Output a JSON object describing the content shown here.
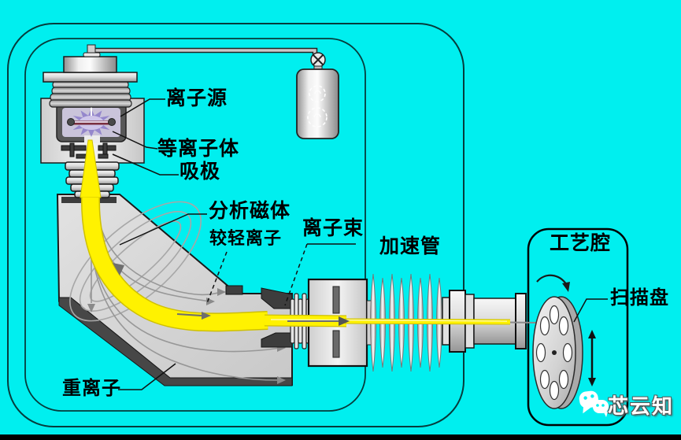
{
  "labels": {
    "ion_source": "离子源",
    "plasma": "等离子体",
    "extraction": "吸极",
    "magnet": "分析磁体",
    "light_ions": "较轻离子",
    "ion_beam": "离子束",
    "accel_tube": "加速管",
    "chamber": "工艺腔",
    "scan_disk": "扫描盘",
    "heavy_ions": "重离子"
  },
  "watermark": {
    "text": "芯云知",
    "icon": "wechat-icon"
  },
  "colors": {
    "background": "#00efef",
    "beam": "#FFF200",
    "beam_edge": "#cfc000",
    "plasma": "#9184cb",
    "metal_dark": "#3d3d3d",
    "outline": "#111111"
  }
}
